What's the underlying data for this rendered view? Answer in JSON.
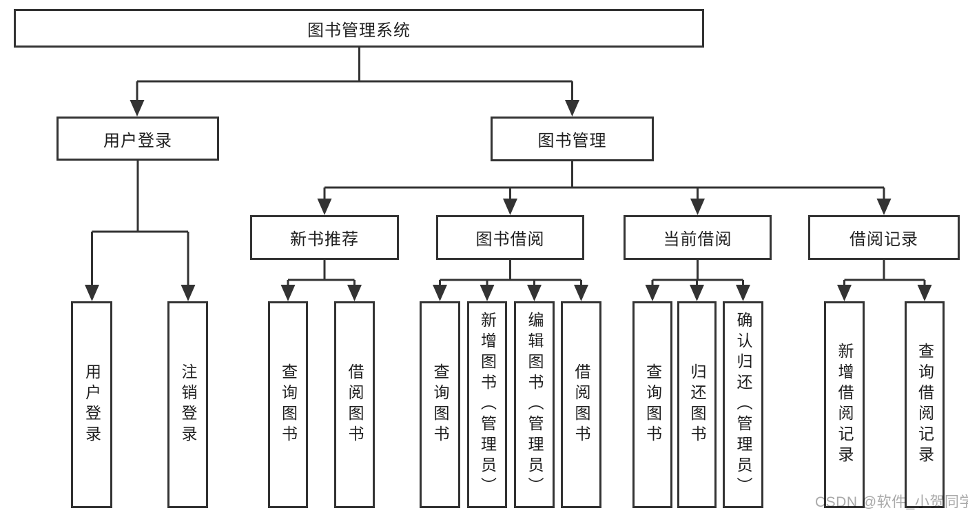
{
  "colors": {
    "line": "#333333",
    "text": "#1f1f1f",
    "box_fill": "#ffffff",
    "watermark_gray": "#a9a9a9",
    "background": "#ffffff"
  },
  "watermark": "CSDN @软件_小贺同学",
  "tree": {
    "root": "图书管理系统",
    "level2": [
      "用户登录",
      "图书管理"
    ],
    "sections": [
      "新书推荐",
      "图书借阅",
      "当前借阅",
      "借阅记录"
    ],
    "login_children": [
      "用户登录",
      "注销登录"
    ],
    "recommend_children": [
      "查询图书",
      "借阅图书"
    ],
    "borrow_children": [
      "查询图书",
      "新增图书（管理员）",
      "编辑图书（管理员）",
      "借阅图书"
    ],
    "current_children": [
      "查询图书",
      "归还图书",
      "确认归还（管理员）"
    ],
    "records_children": [
      "新增借阅记录",
      "查询借阅记录"
    ]
  }
}
